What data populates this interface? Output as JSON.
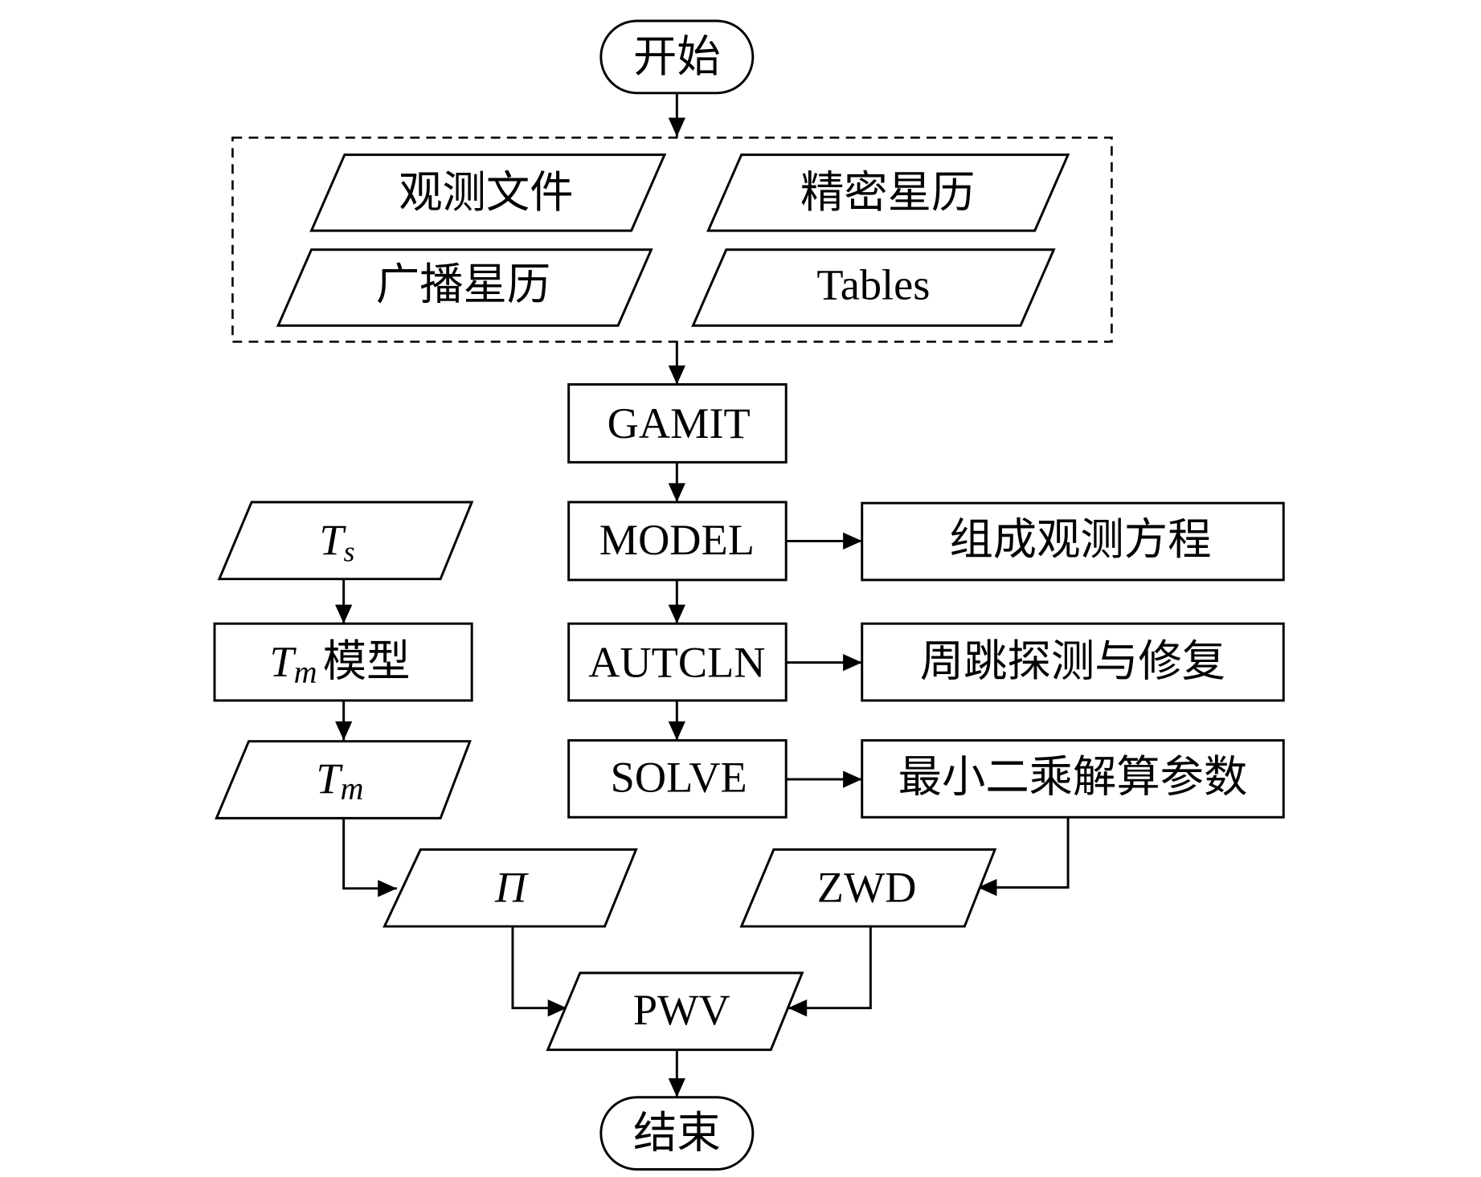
{
  "diagram": {
    "type": "flowchart",
    "nodes": {
      "start": "开始",
      "input_obs": "观测文件",
      "input_precise_eph": "精密星历",
      "input_broadcast_eph": "广播星历",
      "input_tables": "Tables",
      "gamit": "GAMIT",
      "model": "MODEL",
      "autcln": "AUTCLN",
      "solve": "SOLVE",
      "model_desc": "组成观测方程",
      "autcln_desc": "周跳探测与修复",
      "solve_desc": "最小二乘解算参数",
      "ts_main": "T",
      "ts_sub": "s",
      "tm_model_main": "T",
      "tm_model_sub": "m",
      "tm_model_suffix": "模型",
      "tm_main": "T",
      "tm_sub": "m",
      "pi": "Π",
      "zwd": "ZWD",
      "pwv": "PWV",
      "end": "结束"
    },
    "edges": [
      [
        "start",
        "inputs-group"
      ],
      [
        "inputs-group",
        "gamit"
      ],
      [
        "gamit",
        "model"
      ],
      [
        "model",
        "autcln"
      ],
      [
        "autcln",
        "solve"
      ],
      [
        "model",
        "model_desc"
      ],
      [
        "autcln",
        "autcln_desc"
      ],
      [
        "solve",
        "solve_desc"
      ],
      [
        "solve_desc",
        "zwd"
      ],
      [
        "ts",
        "tm_model"
      ],
      [
        "tm_model",
        "tm"
      ],
      [
        "tm",
        "pi"
      ],
      [
        "pi",
        "pwv"
      ],
      [
        "zwd",
        "pwv"
      ],
      [
        "pwv",
        "end"
      ]
    ]
  }
}
